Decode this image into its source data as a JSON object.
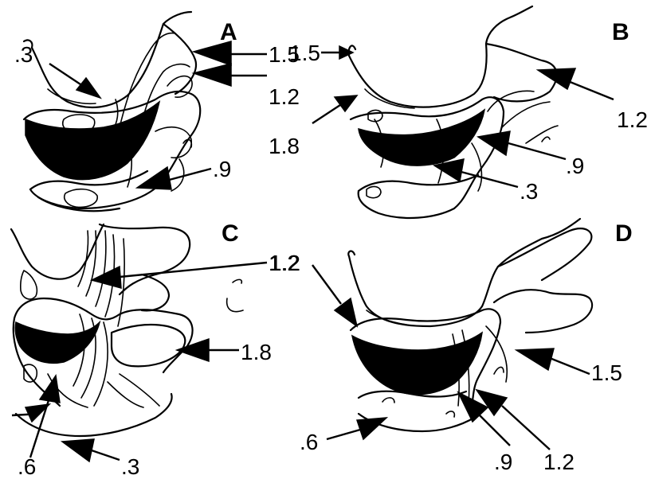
{
  "panels": [
    {
      "label": "A",
      "annotations": [
        {
          "text": ".3"
        },
        {
          "text": "1.5"
        },
        {
          "text": "1.2"
        },
        {
          "text": "1.8"
        },
        {
          "text": ".9"
        }
      ]
    },
    {
      "label": "B",
      "annotations": [
        {
          "text": "1.5"
        },
        {
          "text": "1.2"
        },
        {
          "text": ".9"
        },
        {
          "text": ".3"
        }
      ]
    },
    {
      "label": "C",
      "annotations": [
        {
          "text": "1.2"
        },
        {
          "text": "1.8"
        },
        {
          "text": ".6"
        },
        {
          "text": ".3"
        }
      ]
    },
    {
      "label": "D",
      "annotations": [
        {
          "text": "1.2"
        },
        {
          "text": "1.5"
        },
        {
          "text": ".6"
        },
        {
          "text": ".9"
        },
        {
          "text": "1.2"
        }
      ]
    }
  ]
}
